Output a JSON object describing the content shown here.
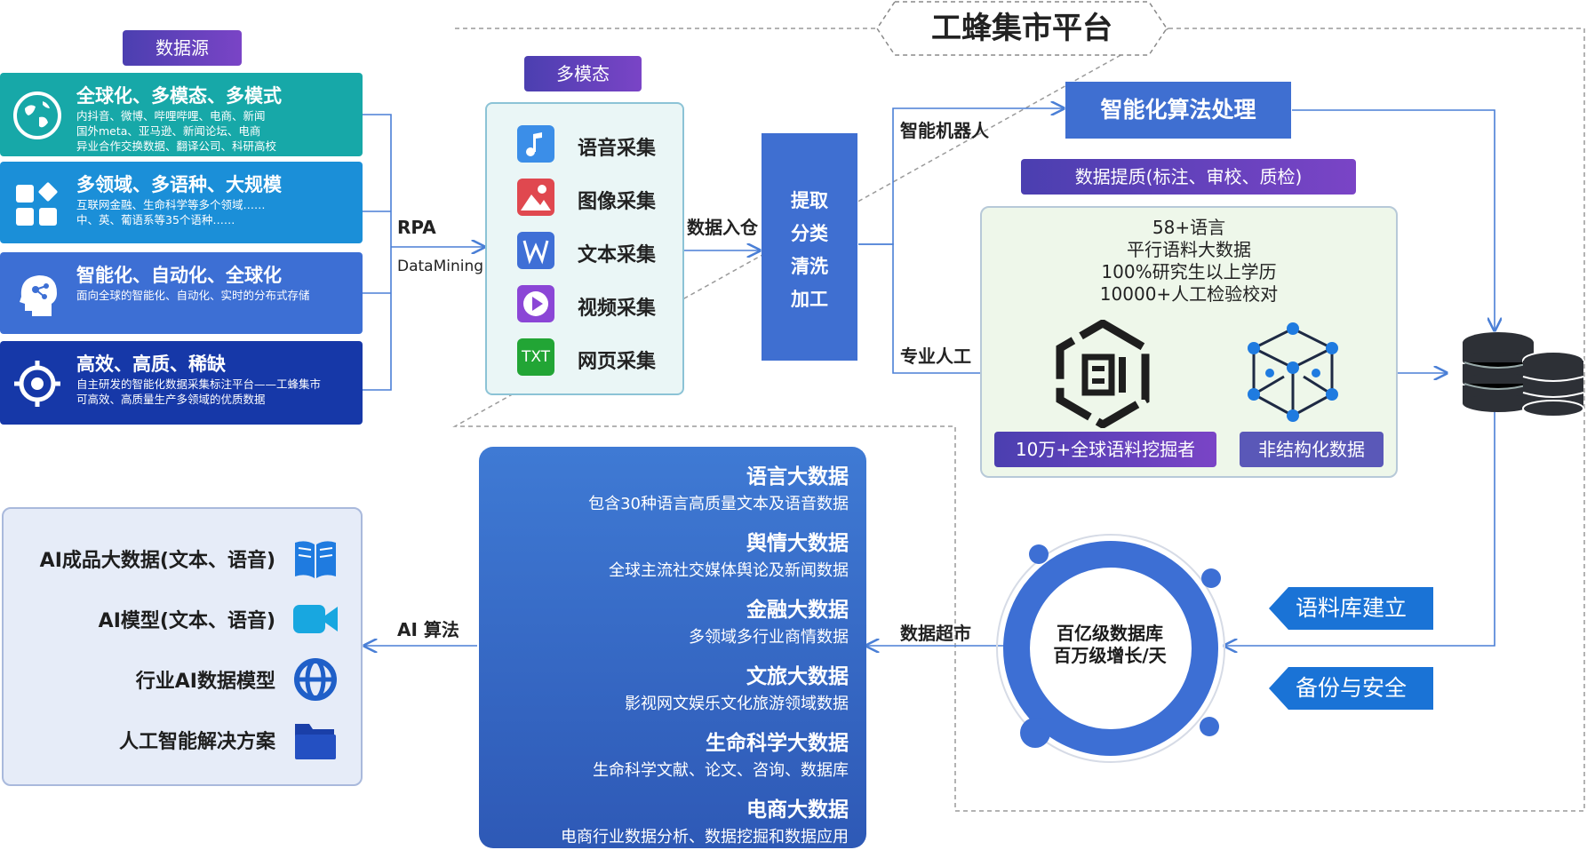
{
  "platform_title": "工蜂集市平台",
  "data_source": {
    "header": "数据源",
    "cards": [
      {
        "title": "全球化、多模态、多模式",
        "desc": [
          "内抖音、微博、哔哩哔哩、电商、新闻",
          "国外meta、亚马逊、新闻论坛、电商",
          "异业合作交换数据、翻译公司、科研高校"
        ],
        "icon": "globe-icon",
        "color": "#17a8a8"
      },
      {
        "title": "多领域、多语种、大规模",
        "desc": [
          "互联网金融、生命科学等多个领域……",
          "中、英、葡语系等35个语种……"
        ],
        "icon": "apps-grid-icon",
        "color": "#1b8fd8"
      },
      {
        "title": "智能化、自动化、全球化",
        "desc": [
          "面向全球的智能化、自动化、实时的分布式存储"
        ],
        "icon": "ai-head-icon",
        "color": "#3d6fd4"
      },
      {
        "title": "高效、高质、稀缺",
        "desc": [
          "自主研发的智能化数据采集标注平台——工蜂集市",
          "可高效、高质量生产多领域的优质数据"
        ],
        "icon": "target-icon",
        "color": "#1638a8"
      }
    ]
  },
  "edges": {
    "rpa": "RPA",
    "datamining": "DataMining",
    "data_in": "数据入仓",
    "robot": "智能机器人",
    "manual": "专业人工",
    "data_market": "数据超市",
    "ai_algo": "AI 算法"
  },
  "multimodal": {
    "header": "多模态",
    "items": [
      {
        "label": "语音采集",
        "icon": "music-note-icon",
        "color": "#3b8ee8"
      },
      {
        "label": "图像采集",
        "icon": "image-icon",
        "color": "#e0484f"
      },
      {
        "label": "文本采集",
        "icon": "word-doc-icon",
        "color": "#3f6fd6"
      },
      {
        "label": "视频采集",
        "icon": "video-play-icon",
        "color": "#8b46d6"
      },
      {
        "label": "网页采集",
        "icon": "txt-file-icon",
        "color": "#22a535",
        "text": "TXT"
      }
    ]
  },
  "process_box": {
    "lines": [
      "提取",
      "分类",
      "清洗",
      "加工"
    ]
  },
  "algo_box": "智能化算法处理",
  "quality_header": "数据提质(标注、审校、质检)",
  "quality_panel": {
    "stats": [
      "58+语言",
      "平行语料大数据",
      "100%研究生以上学历",
      "10000+人工检验校对"
    ],
    "miners_label": "10万+全球语料挖掘者",
    "unstructured_label": "非结构化数据"
  },
  "database_center": {
    "line1": "百亿级数据库",
    "line2": "百万级增长/天"
  },
  "tags": [
    "语料库建立",
    "备份与安全"
  ],
  "big_data": [
    {
      "title": "语言大数据",
      "desc": "包含30种语言高质量文本及语音数据"
    },
    {
      "title": "舆情大数据",
      "desc": "全球主流社交媒体舆论及新闻数据"
    },
    {
      "title": "金融大数据",
      "desc": "多领域多行业商情数据"
    },
    {
      "title": "文旅大数据",
      "desc": "影视网文娱乐文化旅游领域数据"
    },
    {
      "title": "生命科学大数据",
      "desc": "生命科学文献、论文、咨询、数据库"
    },
    {
      "title": "电商大数据",
      "desc": "电商行业数据分析、数据挖掘和数据应用"
    }
  ],
  "outputs": [
    {
      "label": "AI成品大数据(文本、语音)",
      "icon": "book-icon"
    },
    {
      "label": "AI模型(文本、语音)",
      "icon": "video-camera-icon"
    },
    {
      "label": "行业AI数据模型",
      "icon": "globe-network-icon"
    },
    {
      "label": "人工智能解决方案",
      "icon": "folder-icon"
    }
  ],
  "colors": {
    "accent": "#4a7fd6",
    "purple": "#5b3fb8",
    "panel_green": "#eef7ea",
    "panel_blue": "#e6ecf8"
  }
}
